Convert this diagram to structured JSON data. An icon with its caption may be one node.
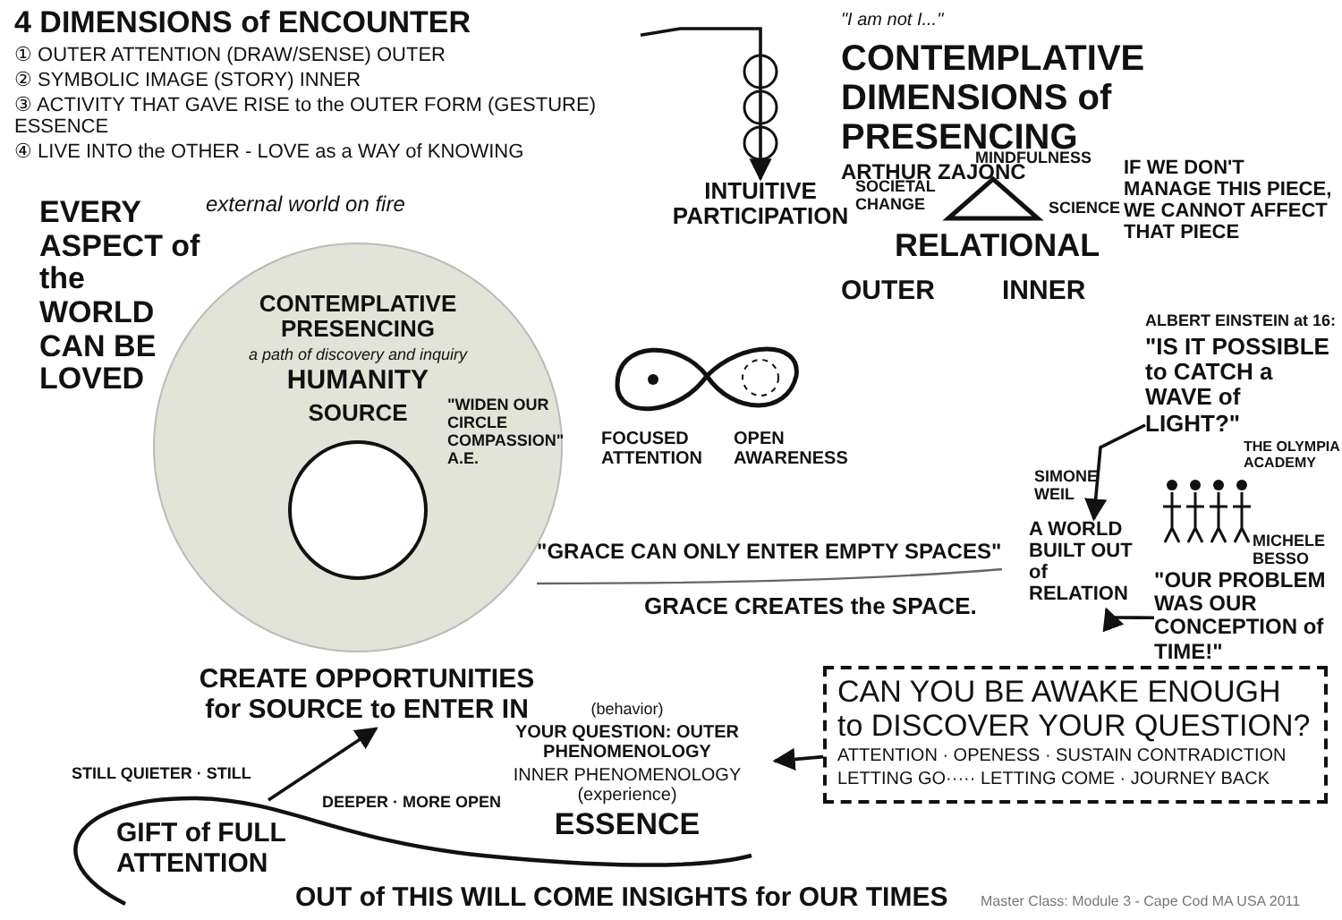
{
  "diagram": {
    "nodes": [
      {
        "text": [
          "4 DIMENSIONS of ENCOUNTER",
          "① OUTER ATTENTION (DRAW/SENSE) OUTER",
          "② SYMBOLIC IMAGE (STORY) INNER",
          "③ ACTIVITY THAT GAVE RISE to the OUTER FORM (GESTURE) ESSENCE",
          "④ LIVE INTO the OTHER - LOVE as a WAY of KNOWING"
        ]
      },
      {
        "text": [
          "INTUITIVE PARTICIPATION"
        ]
      },
      {
        "text": [
          "CONTEMPLATIVE PRESENCING",
          "a path of discovery and inquiry",
          "HUMANITY",
          "SOURCE"
        ]
      },
      {
        "text": [
          "CONTEMPLATIVE DIMENSIONS of PRESENCING",
          "ARTHUR ZAJONC"
        ]
      },
      {
        "text": [
          "ALBERT EINSTEIN at 16:",
          "\"IS IT POSSIBLE to CATCH a WAVE of LIGHT?\""
        ]
      },
      {
        "text": [
          "A WORLD BUILT OUT of RELATION"
        ]
      },
      {
        "text": [
          "\"OUR PROBLEM WAS OUR CONCEPTION of TIME!\""
        ]
      },
      {
        "text": [
          "CAN YOU BE AWAKE ENOUGH to DISCOVER YOUR QUESTION?",
          "ATTENTION · OPENESS · SUSTAIN CONTRADICTION",
          "LETTING GO····· LETTING COME · JOURNEY BACK"
        ]
      },
      {
        "text": [
          "(behavior)",
          "YOUR QUESTION: OUTER PHENOMENOLOGY",
          "INNER PHENOMENOLOGY (experience)",
          "ESSENCE"
        ]
      },
      {
        "text": [
          "CREATE OPPORTUNITIES for SOURCE to ENTER IN"
        ]
      },
      {
        "text": [],
        "shape": "line"
      }
    ],
    "edges": [
      {
        "from": 0,
        "to": 1,
        "arrow": "to"
      },
      {
        "from": 4,
        "to": 5,
        "arrow": "to"
      },
      {
        "from": 6,
        "to": 5,
        "arrow": "to"
      },
      {
        "from": 7,
        "to": 8,
        "arrow": "to"
      },
      {
        "from": 10,
        "to": 9,
        "arrow": "to"
      }
    ],
    "labels": [
      "\"I am not I...\"",
      "MINDFULNESS",
      "SOCIETAL CHANGE",
      "SCIENCE",
      "RELATIONAL",
      "OUTER",
      "INNER",
      "IF WE DON'T MANAGE THIS PIECE, WE CANNOT AFFECT THAT PIECE",
      "EVERY ASPECT of the WORLD CAN BE LOVED",
      "external world on fire",
      "FOCUSED ATTENTION",
      "OPEN AWARENESS",
      "\"WIDEN OUR CIRCLE COMPASSION\" A.E.",
      "\"GRACE CAN ONLY ENTER EMPTY SPACES\"",
      "SIMONE WEIL",
      "GRACE CREATES the SPACE.",
      "THE OLYMPIA ACADEMY",
      "MICHELE BESSO",
      "STILL QUIETER · STILL",
      "DEEPER · MORE OPEN",
      "GIFT of FULL ATTENTION",
      "OUT of THIS WILL COME INSIGHTS for OUR TIMES",
      "Master Class: Module 3 - Cape Cod MA USA 2011"
    ]
  }
}
